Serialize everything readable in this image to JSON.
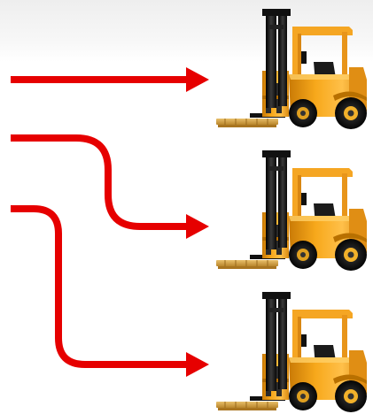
{
  "diagram": {
    "kind": "routing-illustration",
    "arrow_color": "#e60000",
    "forklift_body_color": "#f5a623",
    "forklift_mast_color": "#1a1a1a",
    "pallet_color": "#d9a441",
    "arrows": [
      {
        "id": "top",
        "shape": "straight",
        "target": "forklift-1"
      },
      {
        "id": "middle",
        "shape": "step-down",
        "target": "forklift-2"
      },
      {
        "id": "bottom",
        "shape": "step-down-long",
        "target": "forklift-3"
      }
    ],
    "forklifts": [
      {
        "id": "forklift-1",
        "icon": "forklift-icon"
      },
      {
        "id": "forklift-2",
        "icon": "forklift-icon"
      },
      {
        "id": "forklift-3",
        "icon": "forklift-icon"
      }
    ]
  }
}
